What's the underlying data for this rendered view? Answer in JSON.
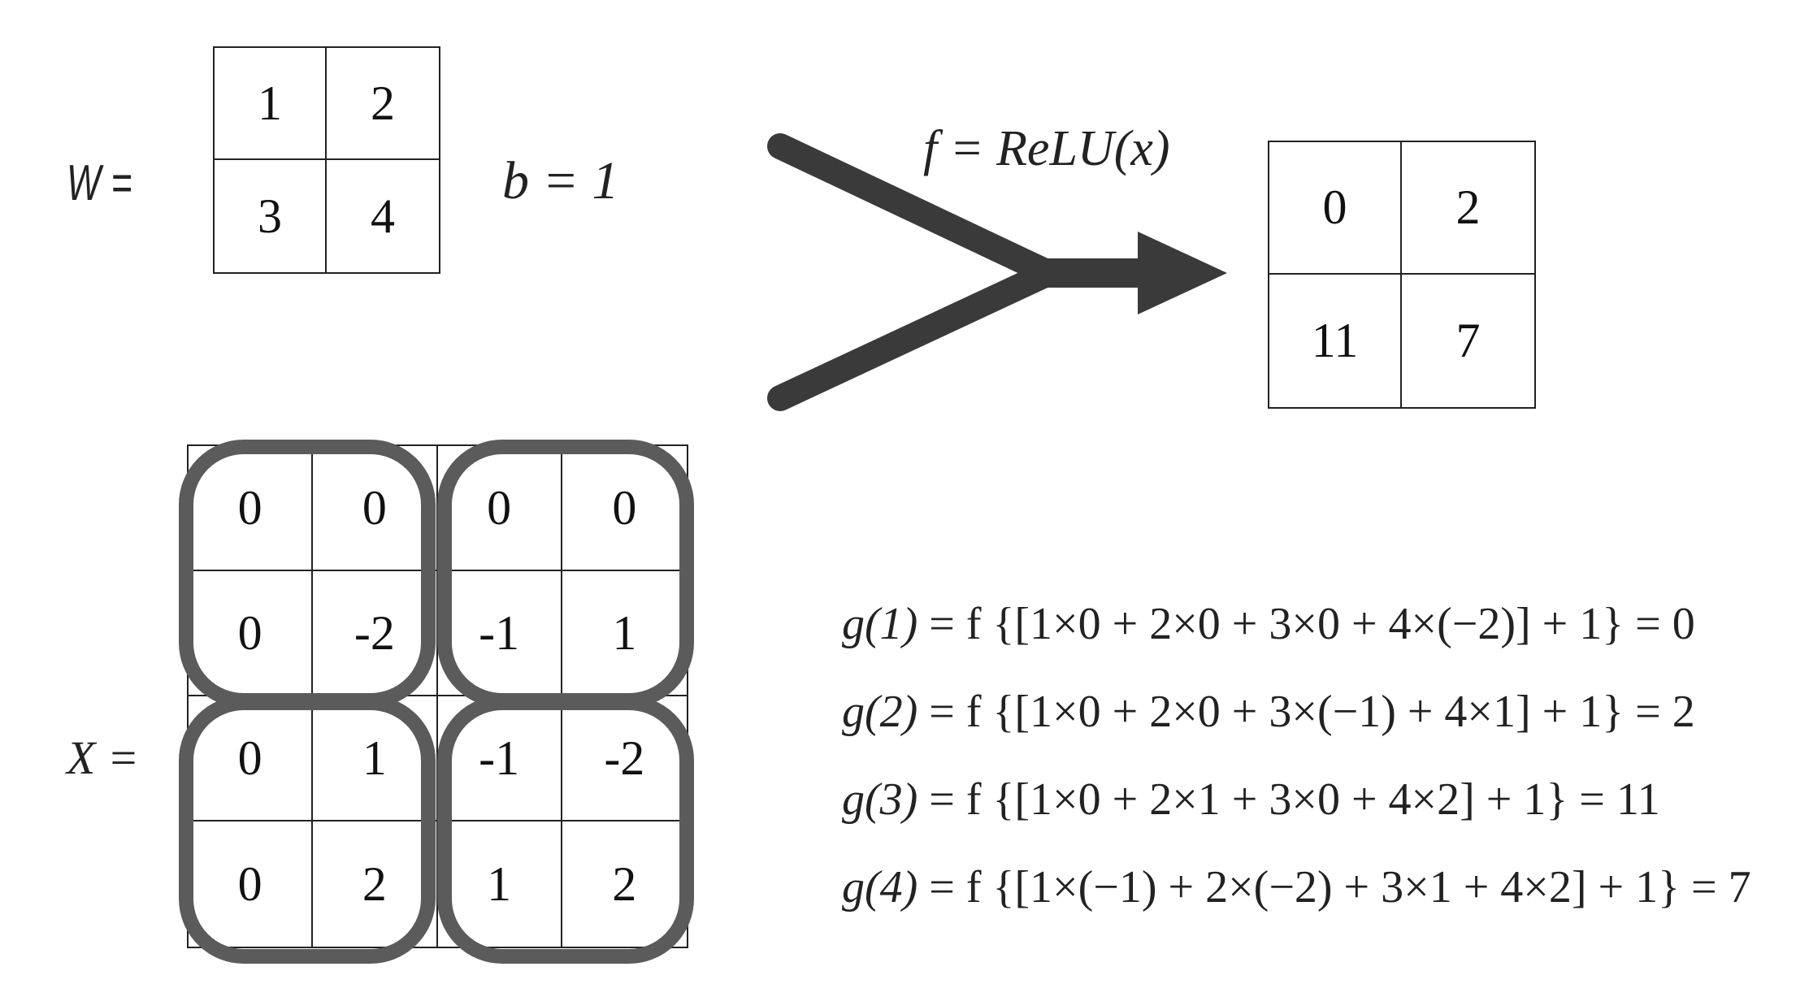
{
  "weights": {
    "label": "W =",
    "values": [
      [
        "1",
        "2"
      ],
      [
        "3",
        "4"
      ]
    ]
  },
  "bias": {
    "label": "b = 1"
  },
  "activation": {
    "label": "f = ReLU(x)"
  },
  "input": {
    "label": "X =",
    "values": [
      [
        "0",
        "0",
        "0",
        "0"
      ],
      [
        "0",
        "-2",
        "-1",
        "1"
      ],
      [
        "0",
        "1",
        "-1",
        "-2"
      ],
      [
        "0",
        "2",
        "1",
        "2"
      ]
    ]
  },
  "output": {
    "values": [
      [
        "0",
        "2"
      ],
      [
        "11",
        "7"
      ]
    ]
  },
  "equations": [
    {
      "lhs": "g(1)",
      "body": "= f {[1×0 + 2×0 + 3×0 + 4×(−2)] + 1} = 0"
    },
    {
      "lhs": "g(2)",
      "body": "= f {[1×0 + 2×0 + 3×(−1) + 4×1] + 1} = 2"
    },
    {
      "lhs": "g(3)",
      "body": "= f {[1×0 + 2×1 + 3×0 + 4×2] + 1} = 11"
    },
    {
      "lhs": "g(4)",
      "body": "= f {[1×(−1) + 2×(−2) + 3×1 + 4×2] + 1} = 7"
    }
  ],
  "colors": {
    "arrow": "#3a3a3a",
    "pool_outline": "#5b5b5b"
  }
}
